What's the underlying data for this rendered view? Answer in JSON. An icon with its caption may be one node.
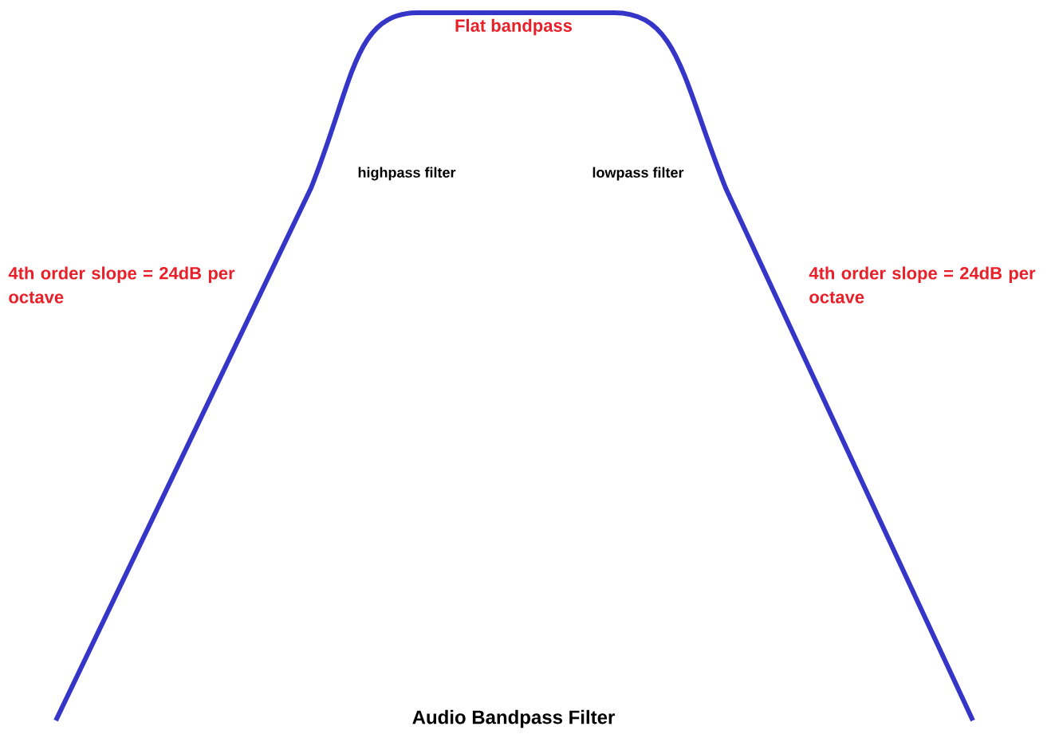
{
  "diagram": {
    "caption": "Audio Bandpass Filter",
    "labels": [
      "Flat bandpass",
      "highpass filter",
      "lowpass filter",
      "4th order slope = 24dB per octave",
      "4th order slope = 24dB per octave"
    ]
  }
}
